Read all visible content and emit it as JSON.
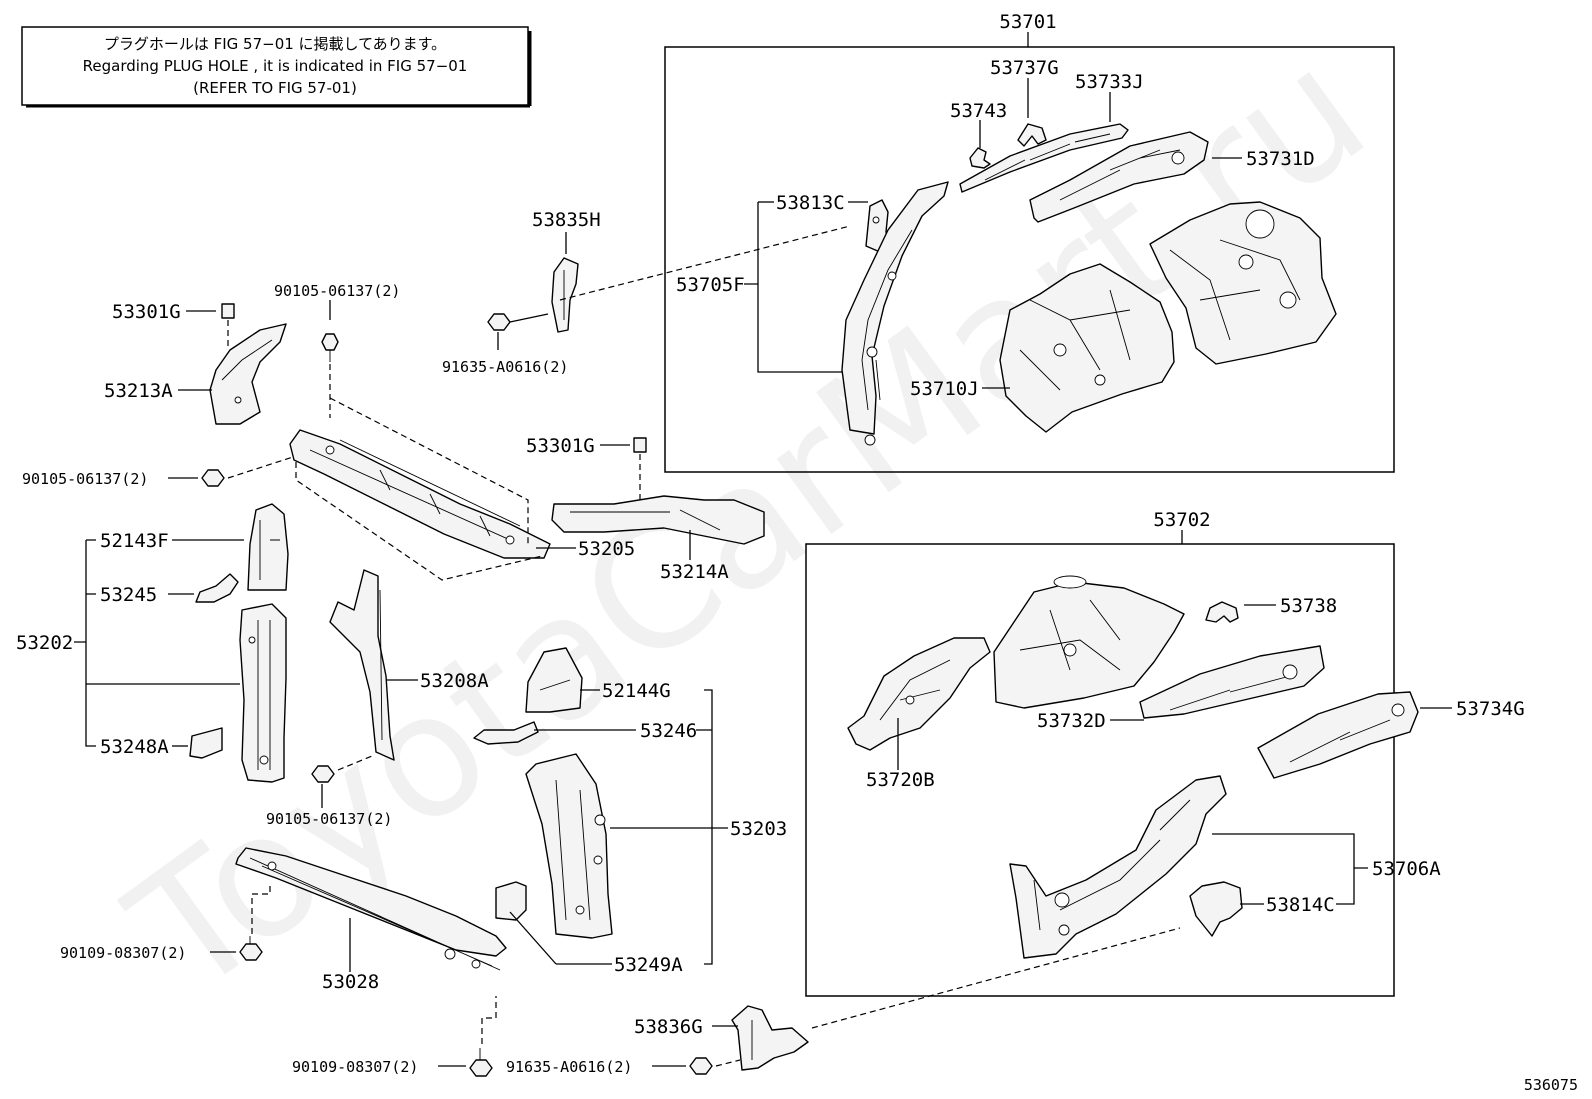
{
  "note": {
    "line1": "プラグホールは FIG 57−01 に掲載してあります。",
    "line2": "Regarding  PLUG  HOLE , it is indicated in FIG 57−01",
    "line3": "(REFER TO FIG 57-01)"
  },
  "watermark": "ToyotaCarMart.ru",
  "figure_id": "536075",
  "groups": {
    "g53701": "53701",
    "g53702": "53702"
  },
  "labels": {
    "p53737G": "53737G",
    "p53733J": "53733J",
    "p53743": "53743",
    "p53731D": "53731D",
    "p53813C": "53813C",
    "p53705F": "53705F",
    "p53710J": "53710J",
    "p53835H": "53835H",
    "p91635a_top": "91635-A0616(2)",
    "p90105_top": "90105-06137(2)",
    "p53301G_left": "53301G",
    "p53213A": "53213A",
    "p90105_left": "90105-06137(2)",
    "p53301G_mid": "53301G",
    "p53205": "53205",
    "p53214A": "53214A",
    "p52143F": "52143F",
    "p53245": "53245",
    "p53202": "53202",
    "p53248A": "53248A",
    "p53208A": "53208A",
    "p90105_bot": "90105-06137(2)",
    "p52144G": "52144G",
    "p53246": "53246",
    "p53203": "53203",
    "p53249A": "53249A",
    "p90109_left": "90109-08307(2)",
    "p53028": "53028",
    "p90109_bot": "90109-08307(2)",
    "p91635a_bot": "91635-A0616(2)",
    "p53836G": "53836G",
    "p53738": "53738",
    "p53732D": "53732D",
    "p53734G": "53734G",
    "p53720B": "53720B",
    "p53706A": "53706A",
    "p53814C": "53814C"
  }
}
